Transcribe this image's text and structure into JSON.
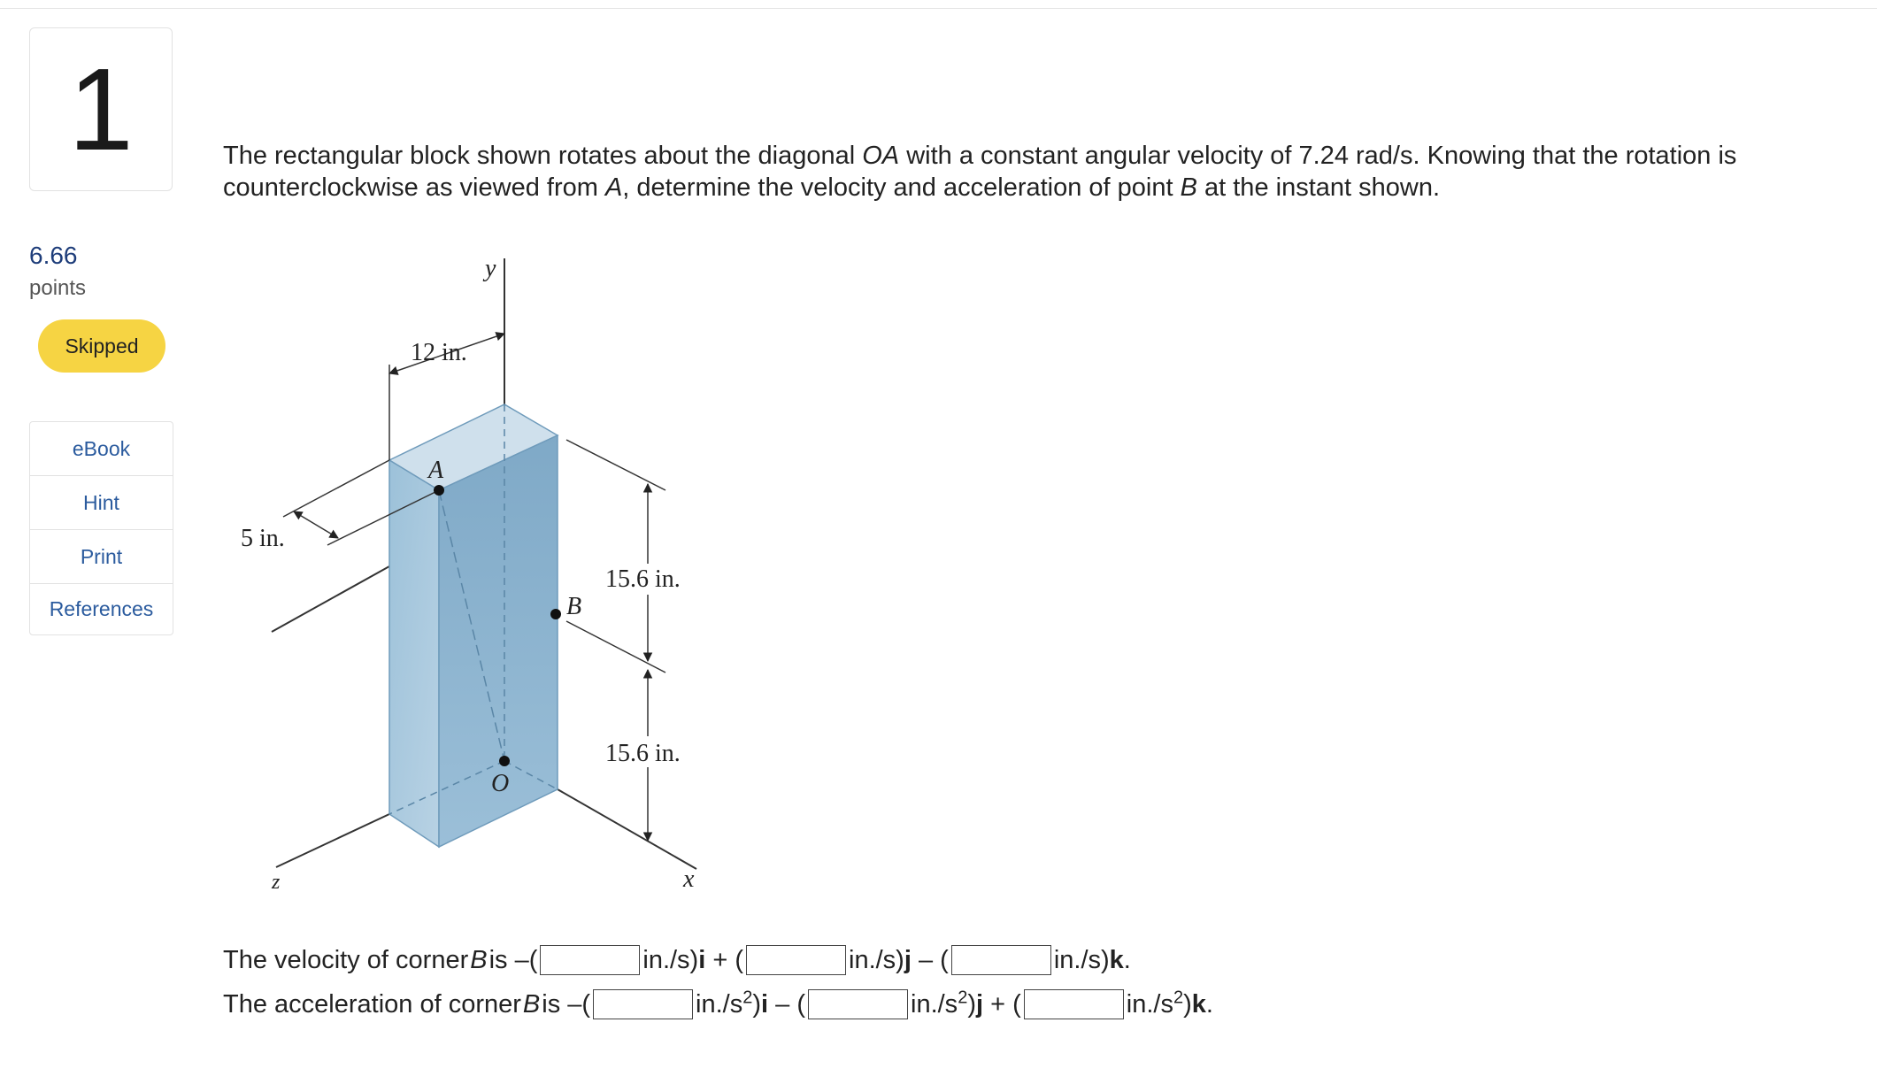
{
  "question": {
    "number": "1",
    "points_value": "6.66",
    "points_label": "points",
    "status": "Skipped",
    "text_parts": [
      "The rectangular block shown rotates about the diagonal ",
      "OA",
      " with a constant angular velocity of 7.24 rad/s. Knowing that the rotation is counterclockwise as viewed from ",
      "A",
      ", determine the velocity and acceleration of point ",
      "B",
      " at the instant shown."
    ]
  },
  "tools": [
    {
      "label": "eBook"
    },
    {
      "label": "Hint"
    },
    {
      "label": "Print"
    },
    {
      "label": "References"
    }
  ],
  "figure": {
    "dim_top": "12 in.",
    "dim_side": "5 in.",
    "dim_upper": "15.6 in.",
    "dim_lower": "15.6 in.",
    "point_a": "A",
    "point_b": "B",
    "point_o": "O",
    "axis_x": "x",
    "axis_y": "y",
    "axis_z": "z",
    "block_color": "#8fb8d3"
  },
  "answers": {
    "velocity": {
      "prefix": "The velocity of corner ",
      "var": "B",
      "is": " is –(",
      "units": [
        {
          "text": " in./s)",
          "vec": "i",
          "sep": " + ("
        },
        {
          "text": " in./s)",
          "vec": "j",
          "sep": " – ("
        },
        {
          "text": " in./s)",
          "vec": "k",
          "sep": "."
        }
      ],
      "values": [
        "",
        "",
        ""
      ]
    },
    "acceleration": {
      "prefix": "The acceleration of corner ",
      "var": "B",
      "is": " is –(",
      "unit_base": " in./s",
      "unit_exp": "2",
      "units": [
        {
          "vec": "i",
          "sep": " – ("
        },
        {
          "vec": "j",
          "sep": " + ("
        },
        {
          "vec": "k",
          "sep": "."
        }
      ],
      "values": [
        "",
        "",
        ""
      ]
    }
  }
}
